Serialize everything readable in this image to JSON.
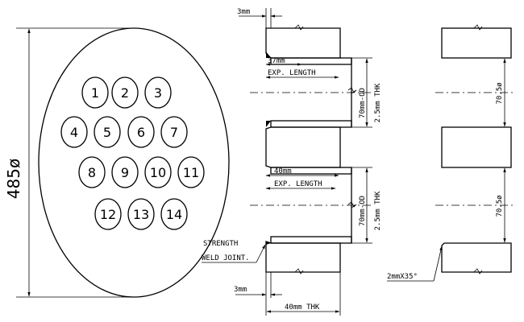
{
  "plate": {
    "diameter_label": "485ø",
    "tube_rows": [
      [
        "1",
        "2",
        "3"
      ],
      [
        "4",
        "5",
        "6",
        "7"
      ],
      [
        "8",
        "9",
        "10",
        "11"
      ],
      [
        "12",
        "13",
        "14"
      ]
    ]
  },
  "section_upper": {
    "weld_gap": "3mm",
    "length_dim": "37mm",
    "length_caption": "EXP. LENGTH",
    "tube_od": "70mm-OD",
    "tube_thk": "2.5mm THK"
  },
  "section_lower": {
    "length_dim": "40mm",
    "length_caption": "EXP. LENGTH",
    "tube_od": "70mm-OD",
    "tube_thk": "2.5mm THK",
    "weld_note_line1": "STRENGTH",
    "weld_note_line2": "WELD JOINT.",
    "weld_gap": "3mm",
    "plate_thk": "40mm THK"
  },
  "bore_view": {
    "upper_bore": "70.5ø",
    "lower_bore": "70.5ø",
    "chamfer": "2mmX35°"
  }
}
